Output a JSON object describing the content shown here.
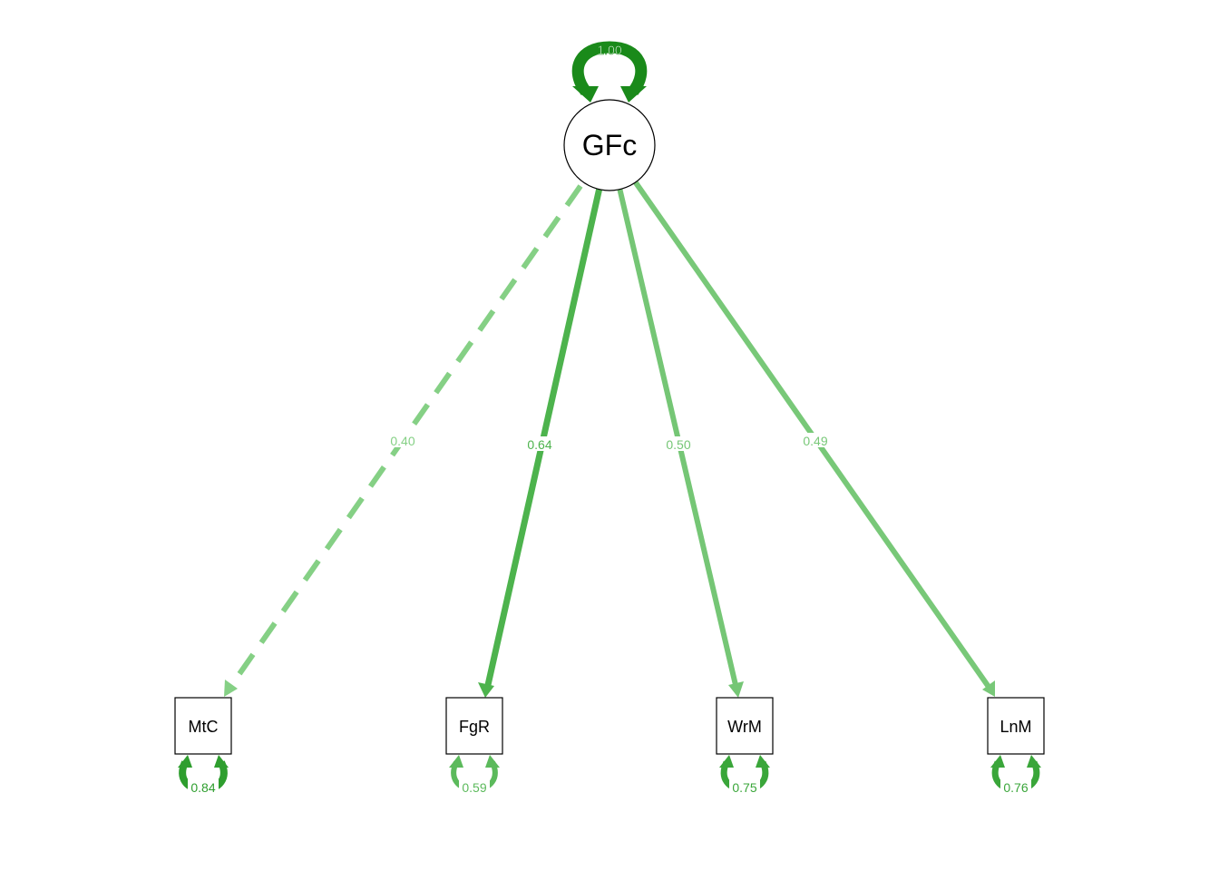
{
  "latent": {
    "label": "GFc",
    "variance_label": "1.00",
    "color": "#1a8a1a"
  },
  "indicators": [
    {
      "label": "MtC",
      "loading_label": "0.40",
      "residual_label": "0.84",
      "path_color": "#85d085",
      "residual_color": "#2e9e2e",
      "dashed": true,
      "loading_width": 6
    },
    {
      "label": "FgR",
      "loading_label": "0.64",
      "residual_label": "0.59",
      "path_color": "#4db34d",
      "residual_color": "#5cba5c",
      "dashed": false,
      "loading_width": 7
    },
    {
      "label": "WrM",
      "loading_label": "0.50",
      "residual_label": "0.75",
      "path_color": "#75c675",
      "residual_color": "#3aa63a",
      "dashed": false,
      "loading_width": 6
    },
    {
      "label": "LnM",
      "loading_label": "0.49",
      "residual_label": "0.76",
      "path_color": "#78c878",
      "residual_color": "#3aa63a",
      "dashed": false,
      "loading_width": 6
    }
  ]
}
